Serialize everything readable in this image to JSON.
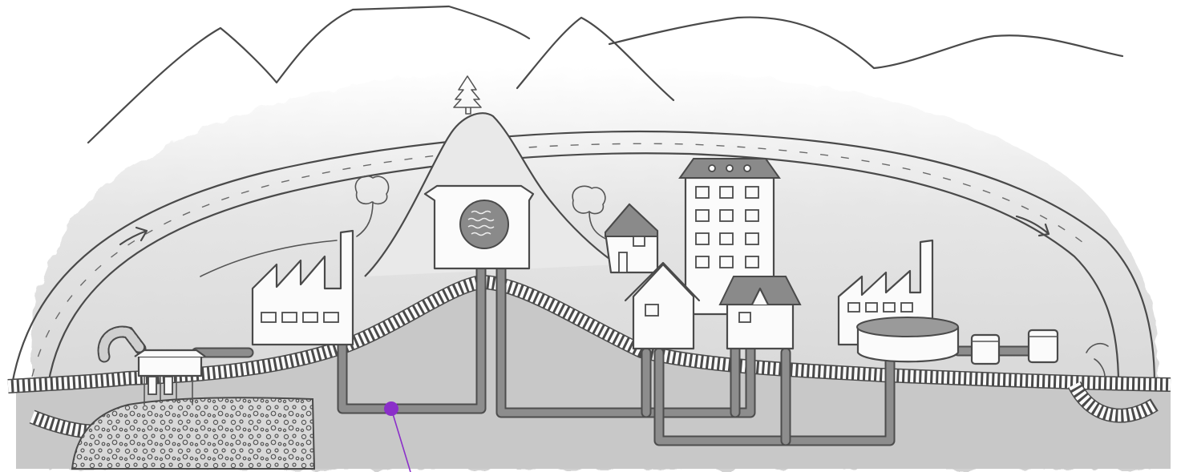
{
  "diagram": {
    "colors": {
      "background": "#ffffff",
      "cloud": "#cfcfcf",
      "mountain": "#d9d9d9",
      "ground": "#c4c4c4",
      "pipe": "#8d8d8d",
      "ink": "#4a4a4a",
      "building": "#fbfbfb",
      "marker": "#8b2fc9"
    },
    "elements": [
      "background-mountains",
      "water-cycle-arc",
      "central-hill-with-tree",
      "water-reservoir-tank",
      "factory-left",
      "pumping-station-left",
      "aquifer-gravel",
      "tall-apartment-building",
      "houses",
      "factory-right",
      "treatment-basin",
      "filter-units",
      "underground-pipes",
      "callout-marker"
    ],
    "icons": [
      "tree-icon",
      "arrow-right-icon",
      "water-wave-icon",
      "window-icon"
    ]
  }
}
